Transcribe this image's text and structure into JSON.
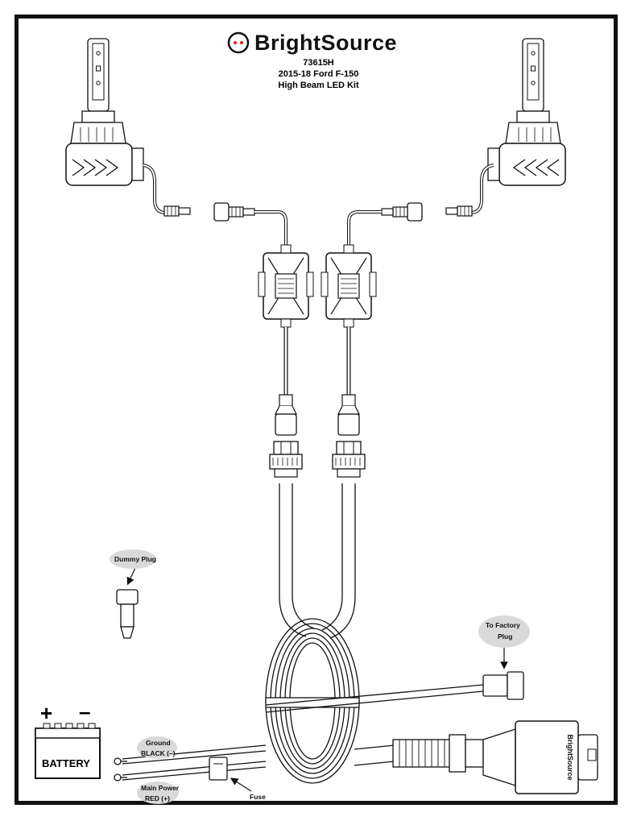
{
  "header": {
    "brand": "BrightSource",
    "part_number": "73615H",
    "vehicle": "2015-18 Ford F-150",
    "kit_name": "High Beam LED Kit"
  },
  "labels": {
    "dummy_plug": "Dummy Plug",
    "to_factory_plug_line1": "To Factory",
    "to_factory_plug_line2": "Plug",
    "ground_line1": "Ground",
    "ground_line2": "BLACK (–)",
    "main_power_line1": "Main Power",
    "main_power_line2": "RED (+)",
    "fuse": "Fuse",
    "battery": "BATTERY",
    "plus": "+",
    "minus": "–",
    "module_brand": "BrightSource"
  },
  "colors": {
    "line": "#111111",
    "bubble": "#d9d9d9",
    "brand_red": "#e02020"
  }
}
